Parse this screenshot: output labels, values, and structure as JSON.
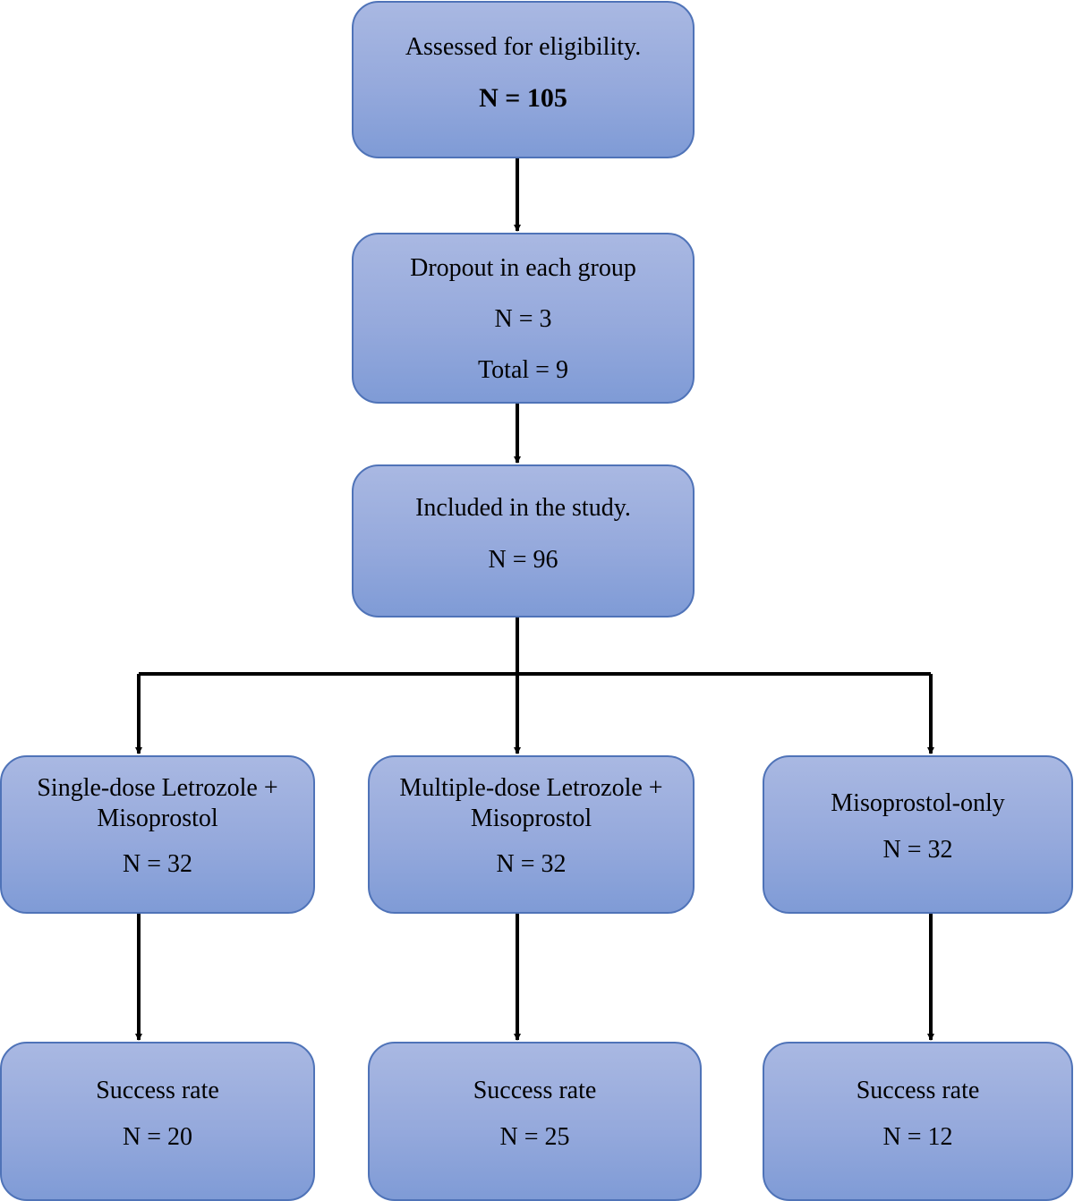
{
  "flowchart": {
    "assessed": {
      "title": "Assessed for eligibility.",
      "count": "N = 105"
    },
    "dropout": {
      "title": "Dropout in each group",
      "count": "N = 3",
      "total": "Total = 9"
    },
    "included": {
      "title": "Included in the study.",
      "count": "N = 96"
    },
    "groups": [
      {
        "title_line1": "Single-dose Letrozole +",
        "title_line2": "Misoprostol",
        "count": "N = 32",
        "outcome": {
          "title": "Success rate",
          "count": "N = 20"
        }
      },
      {
        "title_line1": "Multiple-dose Letrozole +",
        "title_line2": "Misoprostol",
        "count": "N = 32",
        "outcome": {
          "title": "Success rate",
          "count": "N = 25"
        }
      },
      {
        "title_line1": "Misoprostol-only",
        "title_line2": "",
        "count": "N = 32",
        "outcome": {
          "title": "Success rate",
          "count": "N = 12"
        }
      }
    ],
    "colors": {
      "box_fill_top": "#a9b8e2",
      "box_fill_bottom": "#7f9bd6",
      "box_border": "#4f73b8",
      "connector": "#000000"
    }
  }
}
